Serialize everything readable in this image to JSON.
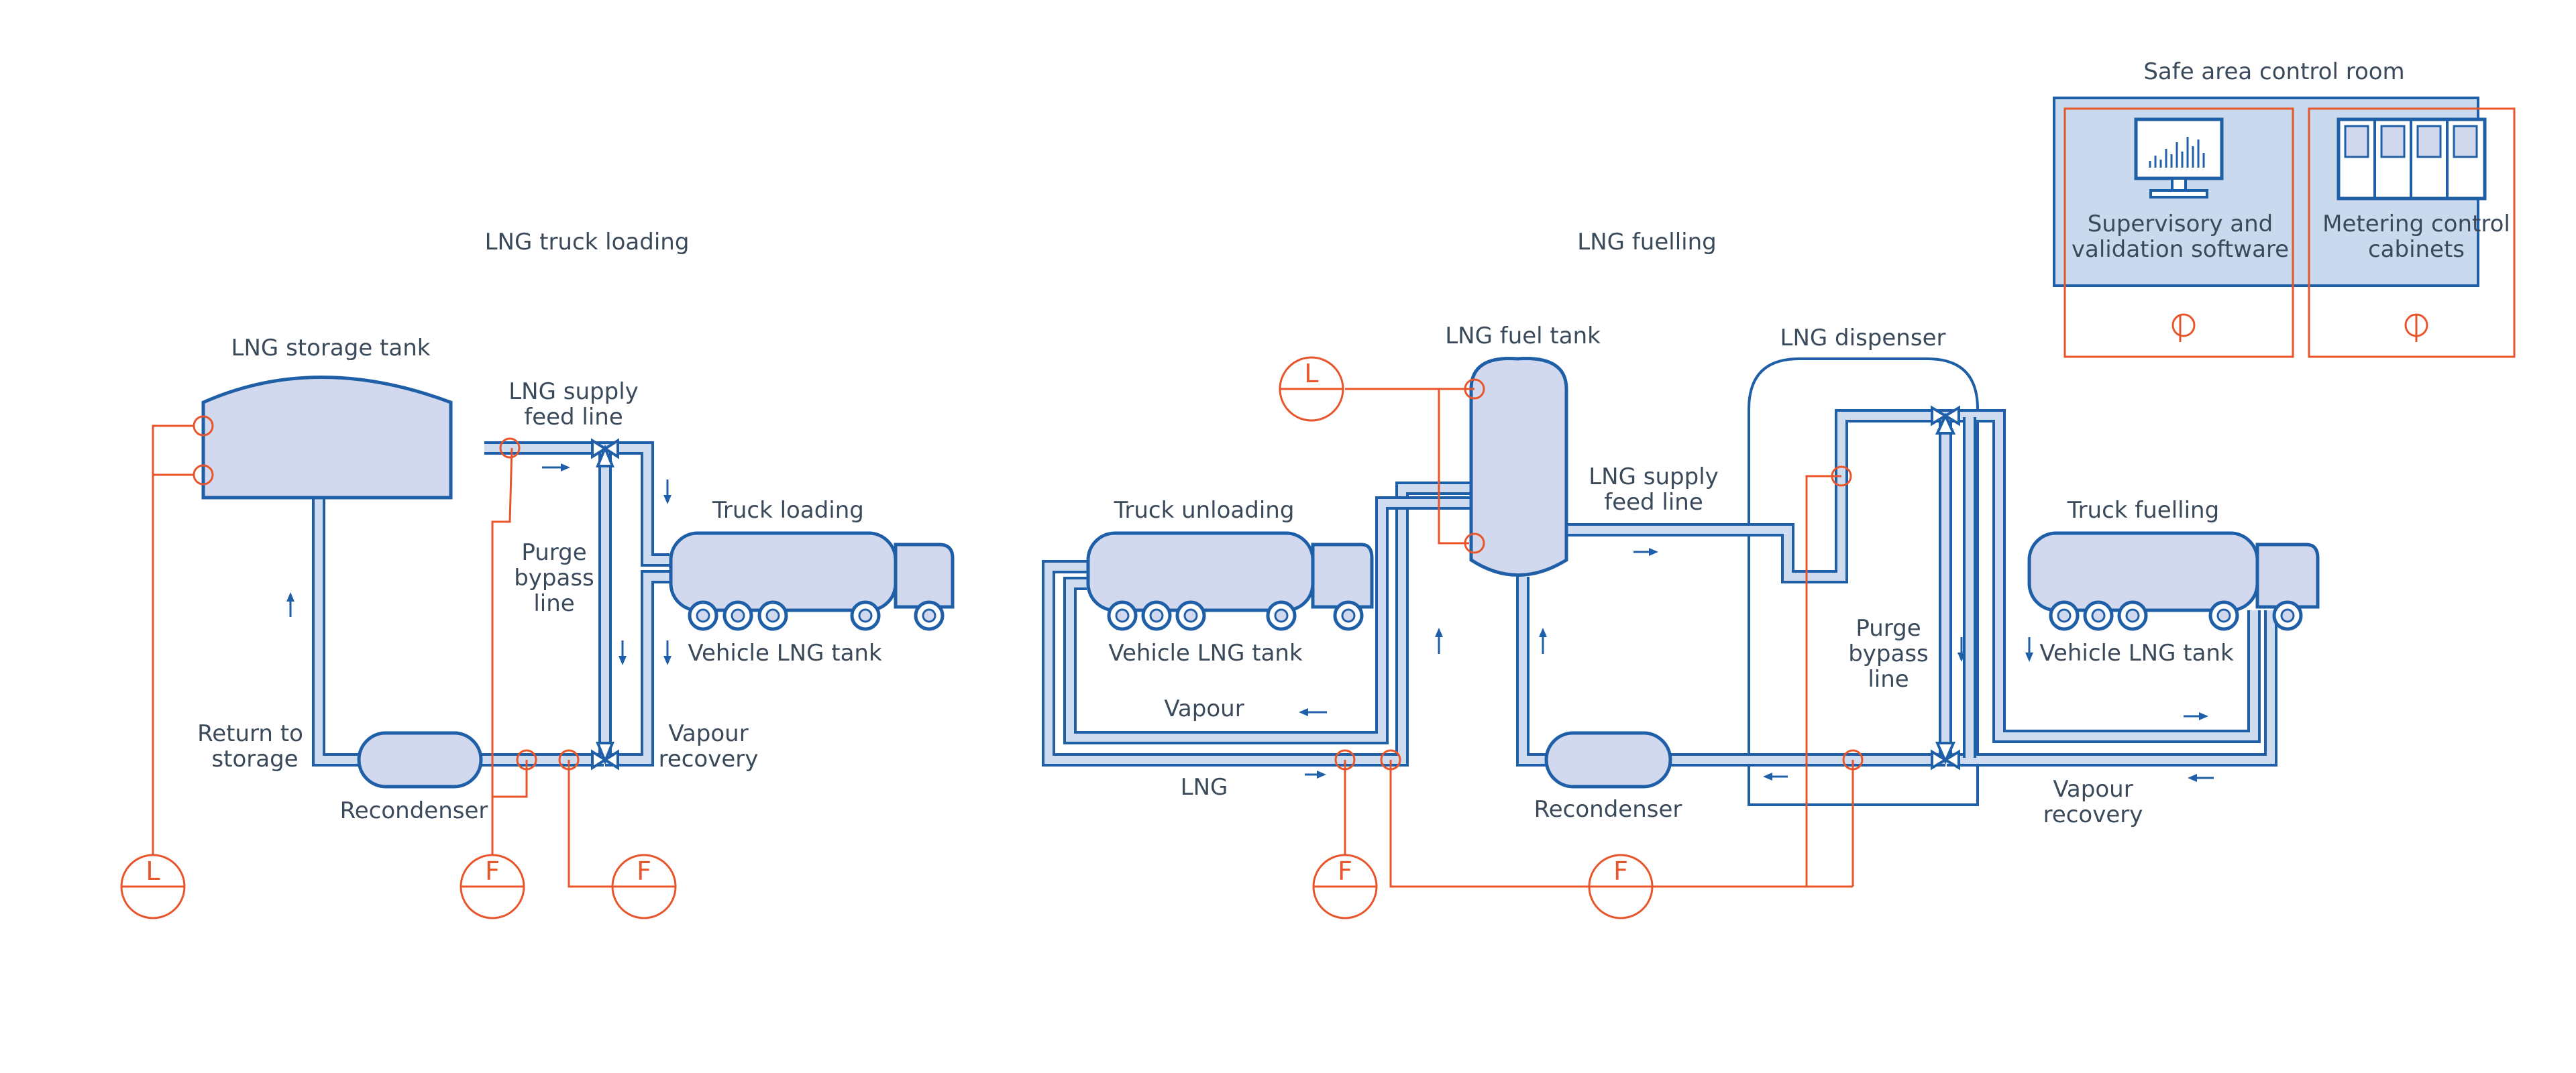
{
  "sections": {
    "truck_loading": "LNG truck loading",
    "fuelling": "LNG fuelling",
    "control_room": "Safe area control room"
  },
  "loading": {
    "storage_tank": "LNG storage tank",
    "supply_line_1": "LNG supply",
    "supply_line_2": "feed line",
    "truck_loading": "Truck loading",
    "purge_1": "Purge",
    "purge_2": "bypass",
    "purge_3": "line",
    "vehicle_tank": "Vehicle LNG tank",
    "return_1": "Return to",
    "return_2": "storage",
    "vapour_1": "Vapour",
    "vapour_2": "recovery",
    "recondenser": "Recondenser",
    "gauge_level": "L",
    "gauge_flow_1": "F",
    "gauge_flow_2": "F"
  },
  "fuelling": {
    "fuel_tank": "LNG fuel tank",
    "dispenser": "LNG dispenser",
    "truck_unloading": "Truck unloading",
    "vehicle_tank_left": "Vehicle LNG tank",
    "supply_line_1": "LNG supply",
    "supply_line_2": "feed line",
    "vapour": "Vapour",
    "lng": "LNG",
    "recondenser": "Recondenser",
    "purge_1": "Purge",
    "purge_2": "bypass",
    "purge_3": "line",
    "truck_fuelling": "Truck fuelling",
    "vehicle_tank_right": "Vehicle LNG tank",
    "vapour_rec_1": "Vapour",
    "vapour_rec_2": "recovery",
    "gauge_level": "L",
    "gauge_flow_1": "F",
    "gauge_flow_2": "F"
  },
  "control": {
    "software_1": "Supervisory and",
    "software_2": "validation software",
    "cabinets_1": "Metering control",
    "cabinets_2": "cabinets"
  },
  "colors": {
    "pipe": "#1f5fa8",
    "pipe_fill": "#cfdcf0",
    "equipment_fill": "#d2d9ef",
    "signal": "#e8552b",
    "text": "#3b4a5a",
    "control_room_fill": "#c9d9ee"
  }
}
